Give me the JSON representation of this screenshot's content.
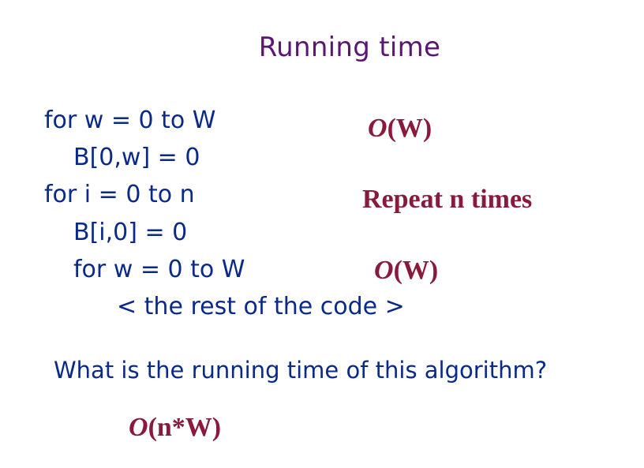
{
  "slide": {
    "title": "Running time",
    "code_lines": [
      "for w = 0 to W",
      "B[0,w] = 0",
      "for i = 0 to n",
      "B[i,0] = 0",
      "for w = 0 to W",
      "< the rest of the code >"
    ],
    "annotations": {
      "first_loop": {
        "big_o": "O",
        "arg": "(W)"
      },
      "outer_loop": "Repeat n times",
      "inner_loop": {
        "big_o": "O",
        "arg": "(W)"
      }
    },
    "question": "What is the running time of this algorithm?",
    "answer": {
      "big_o": "O",
      "arg": "(n*W)"
    },
    "colors": {
      "title": "#5b1675",
      "code": "#0a2a8a",
      "annotation": "#8a1a3c"
    }
  }
}
